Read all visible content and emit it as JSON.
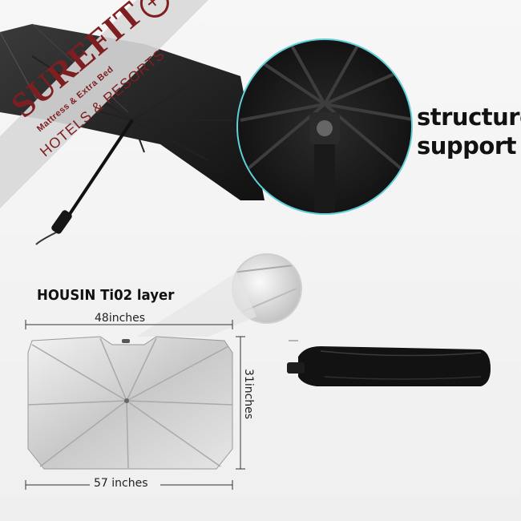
{
  "logo": {
    "brand": "SUREFIT",
    "plus_symbol": "+",
    "tagline": "Mattress & Extra Bed",
    "division": "HOTELS & RESORTS",
    "brand_color": "#7e1e20"
  },
  "callouts": {
    "structure_line1": "structure",
    "structure_line2": "support"
  },
  "diagram": {
    "layer_label": "HOUSIN Ti02 layer",
    "width_top": "48inches",
    "height_side": "31inches",
    "width_bottom": "57 inches"
  }
}
